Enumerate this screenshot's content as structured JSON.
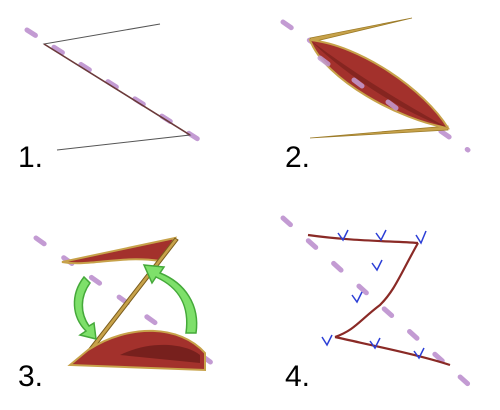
{
  "panels": [
    {
      "id": "p1",
      "label": "1."
    },
    {
      "id": "p2",
      "label": "2."
    },
    {
      "id": "p3",
      "label": "3."
    },
    {
      "id": "p4",
      "label": "4."
    }
  ],
  "colors": {
    "dash": "#c39bd3",
    "dash_dark": "#9b59b6",
    "leaf_fill": "#a3312c",
    "leaf_edge": "#c7a24a",
    "arrow_fill": "#7ee06a",
    "arrow_edge": "#45a93a",
    "marker": "#2c3fd6",
    "line": "#555555"
  },
  "icons": {
    "arrow": "curved-arrow-icon",
    "marker": "v-marker-icon"
  }
}
